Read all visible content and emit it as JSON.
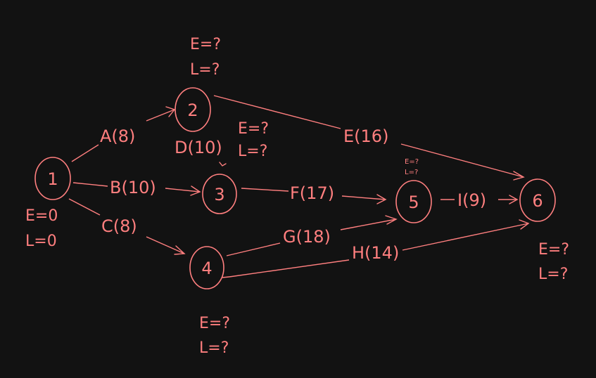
{
  "colors": {
    "background": "#121212",
    "ink": "#ff7f7f"
  },
  "nodes": [
    {
      "id": "1",
      "label": "1",
      "annotation": {
        "e": "E=0",
        "l": "L=0"
      }
    },
    {
      "id": "2",
      "label": "2",
      "annotation": {
        "e": "E=?",
        "l": "L=?"
      }
    },
    {
      "id": "3",
      "label": "3",
      "annotation": {
        "e": "E=?",
        "l": "L=?"
      }
    },
    {
      "id": "4",
      "label": "4",
      "annotation": {
        "e": "E=?",
        "l": "L=?"
      }
    },
    {
      "id": "5",
      "label": "5",
      "annotation": {
        "e": "E=?",
        "l": "L=?"
      }
    },
    {
      "id": "6",
      "label": "6",
      "annotation": {
        "e": "E=?",
        "l": "L=?"
      }
    }
  ],
  "edges": [
    {
      "id": "A",
      "from": "1",
      "to": "2",
      "label": "A(8)"
    },
    {
      "id": "B",
      "from": "1",
      "to": "3",
      "label": "B(10)"
    },
    {
      "id": "C",
      "from": "1",
      "to": "4",
      "label": "C(8)"
    },
    {
      "id": "D",
      "from": "2",
      "to": "3",
      "label": "D(10)"
    },
    {
      "id": "E",
      "from": "2",
      "to": "6",
      "label": "E(16)"
    },
    {
      "id": "F",
      "from": "3",
      "to": "5",
      "label": "F(17)"
    },
    {
      "id": "G",
      "from": "4",
      "to": "5",
      "label": "G(18)"
    },
    {
      "id": "H",
      "from": "4",
      "to": "6",
      "label": "H(14)"
    },
    {
      "id": "I",
      "from": "5",
      "to": "6",
      "label": "I(9)"
    }
  ]
}
